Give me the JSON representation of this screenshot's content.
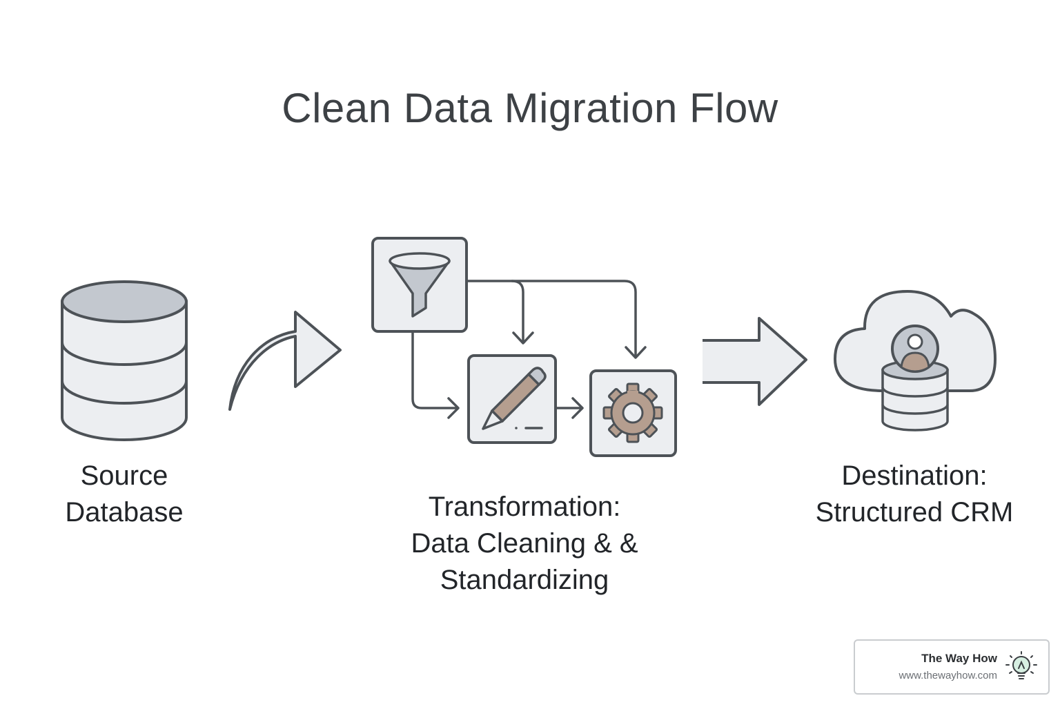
{
  "title": "Clean Data Migration Flow",
  "nodes": {
    "source": {
      "line1": "Source",
      "line2": "Database"
    },
    "transform": {
      "line1": "Transformation:",
      "line2": "Data Cleaning & &",
      "line3": "Standardizing"
    },
    "destination": {
      "line1": "Destination:",
      "line2": "Structured CRM"
    }
  },
  "watermark": {
    "name": "The Way How",
    "url": "www.thewayhow.com"
  },
  "colors": {
    "stroke": "#4d5257",
    "fill_light": "#eceef1",
    "fill_mid": "#c3c8cf",
    "accent_tan": "#b59e8f"
  }
}
